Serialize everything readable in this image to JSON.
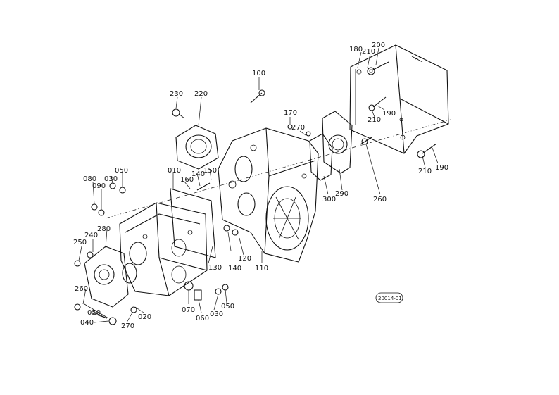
{
  "diagram": {
    "labels": [
      {
        "id": "l100",
        "text": "100"
      },
      {
        "id": "l180",
        "text": "180"
      },
      {
        "id": "l210a",
        "text": "210"
      },
      {
        "id": "l200",
        "text": "200"
      },
      {
        "id": "l230",
        "text": "230"
      },
      {
        "id": "l220",
        "text": "220"
      },
      {
        "id": "l170",
        "text": "170"
      },
      {
        "id": "l270a",
        "text": "270"
      },
      {
        "id": "l210b",
        "text": "210"
      },
      {
        "id": "l190a",
        "text": "190"
      },
      {
        "id": "l010",
        "text": "010"
      },
      {
        "id": "l160",
        "text": "160"
      },
      {
        "id": "l140a",
        "text": "140"
      },
      {
        "id": "l150",
        "text": "150"
      },
      {
        "id": "l080",
        "text": "080"
      },
      {
        "id": "l030a",
        "text": "030"
      },
      {
        "id": "l050a",
        "text": "050"
      },
      {
        "id": "l090",
        "text": "090"
      },
      {
        "id": "l300",
        "text": "300"
      },
      {
        "id": "l290",
        "text": "290"
      },
      {
        "id": "l260a",
        "text": "260"
      },
      {
        "id": "l210c",
        "text": "210"
      },
      {
        "id": "l190b",
        "text": "190"
      },
      {
        "id": "l280",
        "text": "280"
      },
      {
        "id": "l240",
        "text": "240"
      },
      {
        "id": "l250",
        "text": "250"
      },
      {
        "id": "l130",
        "text": "130"
      },
      {
        "id": "l140b",
        "text": "140"
      },
      {
        "id": "l120",
        "text": "120"
      },
      {
        "id": "l110",
        "text": "110"
      },
      {
        "id": "l260b",
        "text": "260"
      },
      {
        "id": "l070",
        "text": "070"
      },
      {
        "id": "l060",
        "text": "060"
      },
      {
        "id": "l030b",
        "text": "030"
      },
      {
        "id": "l050b",
        "text": "050"
      },
      {
        "id": "l050c",
        "text": "050"
      },
      {
        "id": "l040",
        "text": "040"
      },
      {
        "id": "l270b",
        "text": "270"
      },
      {
        "id": "l020",
        "text": "020"
      }
    ],
    "stamp": "20014-01"
  }
}
